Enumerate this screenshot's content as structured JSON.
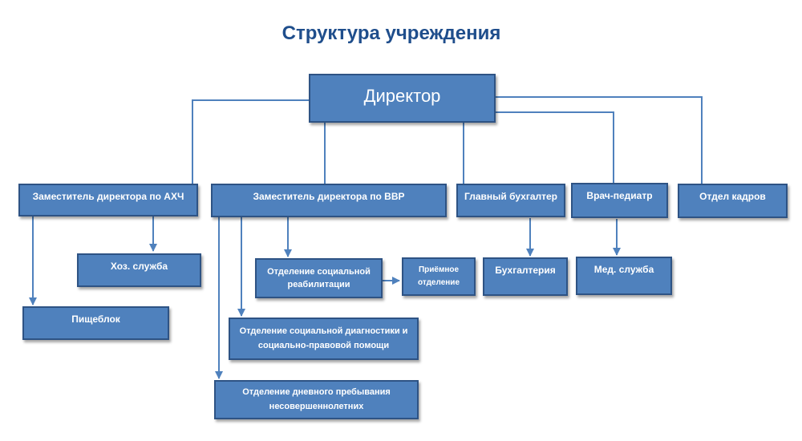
{
  "title": "Структура учреждения",
  "nodes": {
    "director": "Директор",
    "deputy_ahch": "Заместитель директора по АХЧ",
    "deputy_vvr": "Заместитель директора по ВВР",
    "chief_accountant": "Главный бухгалтер",
    "pediatrician": "Врач-педиатр",
    "hr": "Отдел кадров",
    "household_service": "Хоз. служба",
    "catering": "Пищеблок",
    "social_rehab": "Отделение социальной реабилитации",
    "reception": "Приёмное отделение",
    "accounting": "Бухгалтерия",
    "medical_service": "Мед. служба",
    "social_diagnostics": "Отделение социальной диагностики и социально-правовой помощи",
    "day_stay": "Отделение дневного пребывания несовершеннолетних"
  },
  "colors": {
    "box_fill": "#4f81bd",
    "box_border": "#2e5384",
    "line": "#4f81bd",
    "title": "#1f4e8c"
  }
}
